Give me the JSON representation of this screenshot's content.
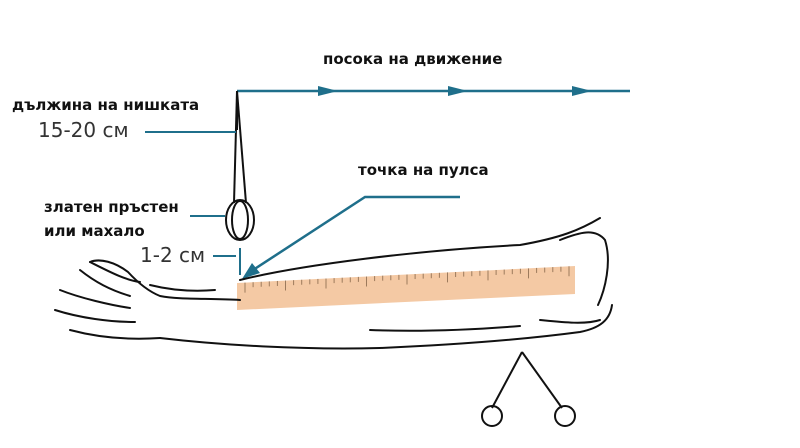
{
  "labels": {
    "direction": "посока на движение",
    "thread_length": "дължина на нишката",
    "thread_length_value": "15-20 см",
    "pulse_point": "точка на пулса",
    "ring_line1": "златен пръстен",
    "ring_line2": "или махало",
    "distance_value": "1-2 см"
  },
  "colors": {
    "accent": "#1f6f8b",
    "ruler": "#f4c9a4",
    "outline": "#111111"
  }
}
